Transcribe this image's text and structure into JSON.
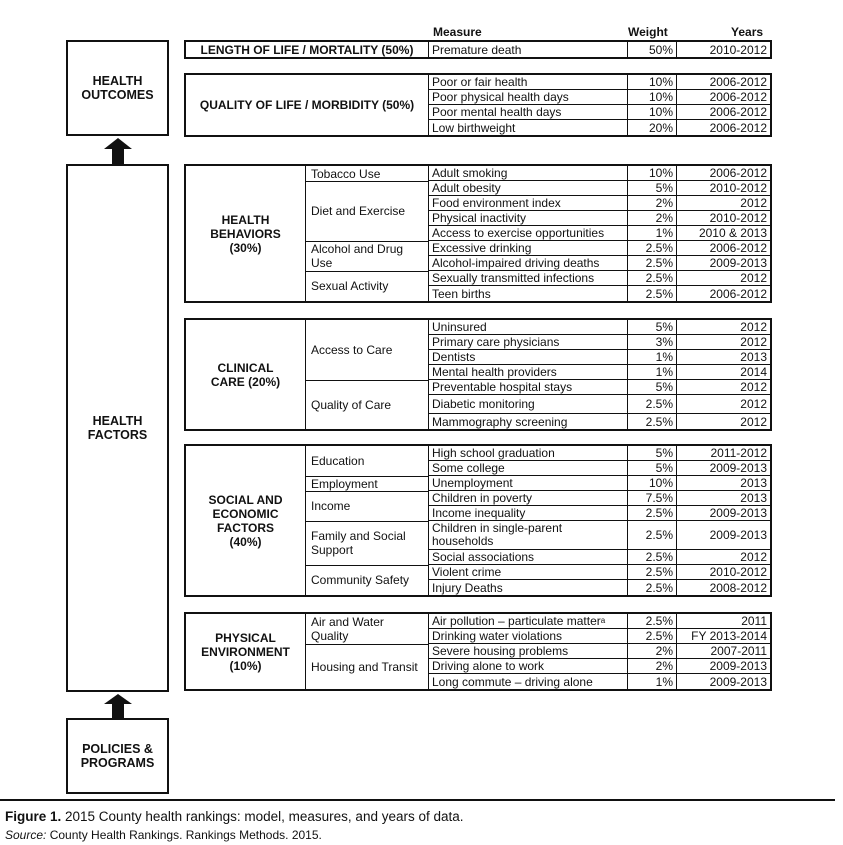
{
  "columns": {
    "measure": "Measure",
    "weight": "Weight",
    "years": "Years"
  },
  "left": {
    "outcomes": "HEALTH OUTCOMES",
    "factors": "HEALTH FACTORS",
    "policies": "POLICIES & PROGRAMS"
  },
  "sections": [
    {
      "id": "length",
      "category": "LENGTH OF LIFE / MORTALITY (50%)",
      "groups": [
        {
          "name": "",
          "rows": [
            [
              "Premature death",
              "50%",
              "2010-2012"
            ]
          ]
        }
      ]
    },
    {
      "id": "quality",
      "category": "QUALITY OF LIFE / MORBIDITY (50%)",
      "groups": [
        {
          "name": "",
          "rows": [
            [
              "Poor or fair health",
              "10%",
              "2006-2012"
            ],
            [
              "Poor physical health days",
              "10%",
              "2006-2012"
            ],
            [
              "Poor mental health days",
              "10%",
              "2006-2012"
            ],
            [
              "Low birthweight",
              "20%",
              "2006-2012"
            ]
          ]
        }
      ]
    },
    {
      "id": "behaviors",
      "category": "HEALTH BEHAVIORS (30%)",
      "groups": [
        {
          "name": "Tobacco Use",
          "rows": [
            [
              "Adult smoking",
              "10%",
              "2006-2012"
            ]
          ]
        },
        {
          "name": "Diet and Exercise",
          "rows": [
            [
              "Adult obesity",
              "5%",
              "2010-2012"
            ],
            [
              "Food environment index",
              "2%",
              "2012"
            ],
            [
              "Physical inactivity",
              "2%",
              "2010-2012"
            ],
            [
              "Access to exercise opportunities",
              "1%",
              "2010 & 2013"
            ]
          ]
        },
        {
          "name": "Alcohol and Drug Use",
          "rows": [
            [
              "Excessive drinking",
              "2.5%",
              "2006-2012"
            ],
            [
              "Alcohol-impaired driving deaths",
              "2.5%",
              "2009-2013"
            ]
          ]
        },
        {
          "name": "Sexual Activity",
          "rows": [
            [
              "Sexually transmitted infections",
              "2.5%",
              "2012"
            ],
            [
              "Teen births",
              "2.5%",
              "2006-2012"
            ]
          ]
        }
      ]
    },
    {
      "id": "clinical",
      "category": "CLINICAL CARE (20%)",
      "groups": [
        {
          "name": "Access to Care",
          "rows": [
            [
              "Uninsured",
              "5%",
              "2012"
            ],
            [
              "Primary care physicians",
              "3%",
              "2012"
            ],
            [
              "Dentists",
              "1%",
              "2013"
            ],
            [
              "Mental health providers",
              "1%",
              "2014"
            ]
          ]
        },
        {
          "name": "Quality of Care",
          "rows": [
            [
              "Preventable hospital stays",
              "5%",
              "2012"
            ],
            [
              "Diabetic monitoring",
              "2.5%",
              "2012"
            ],
            [
              "Mammography screening",
              "2.5%",
              "2012"
            ]
          ]
        }
      ]
    },
    {
      "id": "social",
      "category": "SOCIAL AND ECONOMIC FACTORS (40%)",
      "groups": [
        {
          "name": "Education",
          "rows": [
            [
              "High school graduation",
              "5%",
              "2011-2012"
            ],
            [
              "Some college",
              "5%",
              "2009-2013"
            ]
          ]
        },
        {
          "name": "Employment",
          "rows": [
            [
              "Unemployment",
              "10%",
              "2013"
            ]
          ]
        },
        {
          "name": "Income",
          "rows": [
            [
              "Children in poverty",
              "7.5%",
              "2013"
            ],
            [
              "Income inequality",
              "2.5%",
              "2009-2013"
            ]
          ]
        },
        {
          "name": "Family and Social Support",
          "rows": [
            [
              "Children in single-parent households",
              "2.5%",
              "2009-2013"
            ],
            [
              "Social associations",
              "2.5%",
              "2012"
            ]
          ]
        },
        {
          "name": "Community Safety",
          "rows": [
            [
              "Violent crime",
              "2.5%",
              "2010-2012"
            ],
            [
              "Injury Deaths",
              "2.5%",
              "2008-2012"
            ]
          ]
        }
      ]
    },
    {
      "id": "physical",
      "category": "PHYSICAL ENVIRONMENT (10%)",
      "groups": [
        {
          "name": "Air and Water Quality",
          "rows": [
            [
              "Air pollution – particulate matter",
              "2.5%",
              "2011"
            ],
            [
              "Drinking water violations",
              "2.5%",
              "FY 2013-2014"
            ]
          ]
        },
        {
          "name": "Housing and Transit",
          "rows": [
            [
              "Severe housing problems",
              "2%",
              "2007-2011"
            ],
            [
              "Driving alone to work",
              "2%",
              "2009-2013"
            ],
            [
              "Long commute – driving alone",
              "1%",
              "2009-2013"
            ]
          ]
        }
      ]
    }
  ],
  "footnote_mark": "a",
  "caption": {
    "label": "Figure 1.",
    "text": " 2015 County health rankings: model, measures, and years of data.",
    "source_label": "Source:",
    "source_text": " County Health Rankings. Rankings Methods. 2015."
  }
}
